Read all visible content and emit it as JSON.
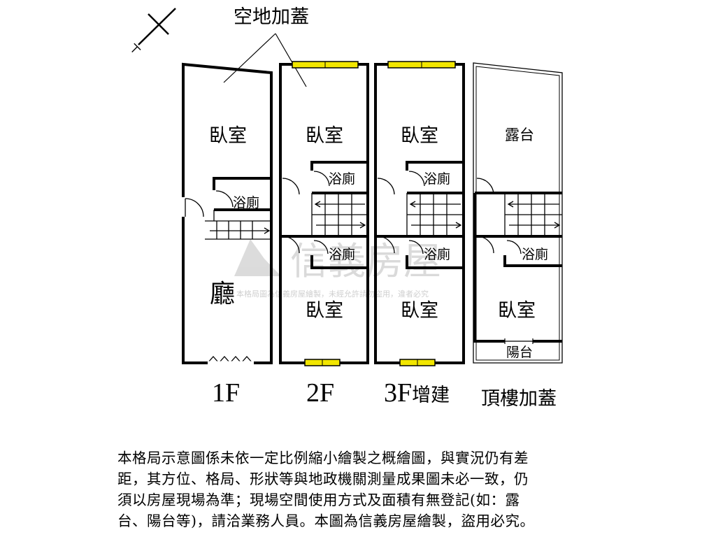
{
  "annotation": "空地加蓋",
  "north_symbol": "⊣",
  "floors": [
    {
      "id": "1F",
      "title": "1F",
      "suffix": "",
      "rooms": {
        "top": "臥室",
        "bath": "浴廁",
        "main": "廳"
      }
    },
    {
      "id": "2F",
      "title": "2F",
      "suffix": "",
      "rooms": {
        "top": "臥室",
        "bath1": "浴廁",
        "bath2": "浴廁",
        "bottom": "臥室"
      }
    },
    {
      "id": "3F",
      "title": "3F",
      "suffix": "增建",
      "rooms": {
        "top": "臥室",
        "bath1": "浴廁",
        "bath2": "浴廁",
        "bottom": "臥室"
      }
    },
    {
      "id": "roof",
      "title": "頂樓加蓋",
      "suffix": "",
      "rooms": {
        "top": "露台",
        "bath": "浴廁",
        "bottom": "臥室",
        "balcony": "陽台"
      }
    }
  ],
  "watermark": {
    "brand": "信義房屋",
    "notice": "本格局圖為信義房屋繪製，未經允許請勿盜用，違者必究"
  },
  "disclaimer": [
    "本格局示意圖係未依一定比例縮小繪製之概繪圖，與實況仍有差",
    "距，其方位、格局、形狀等與地政機關測量成果圖未必一致，仍",
    "須以房屋現場為準；現場空間使用方式及面積有無登記(如：露",
    "台、陽台等)，請洽業務人員。本圖為信義房屋繪製，盜用必究。"
  ],
  "colors": {
    "wall": "#000000",
    "window": "#f2e600",
    "watermark": "#c8c8c8",
    "roof_wall": "#555555"
  }
}
